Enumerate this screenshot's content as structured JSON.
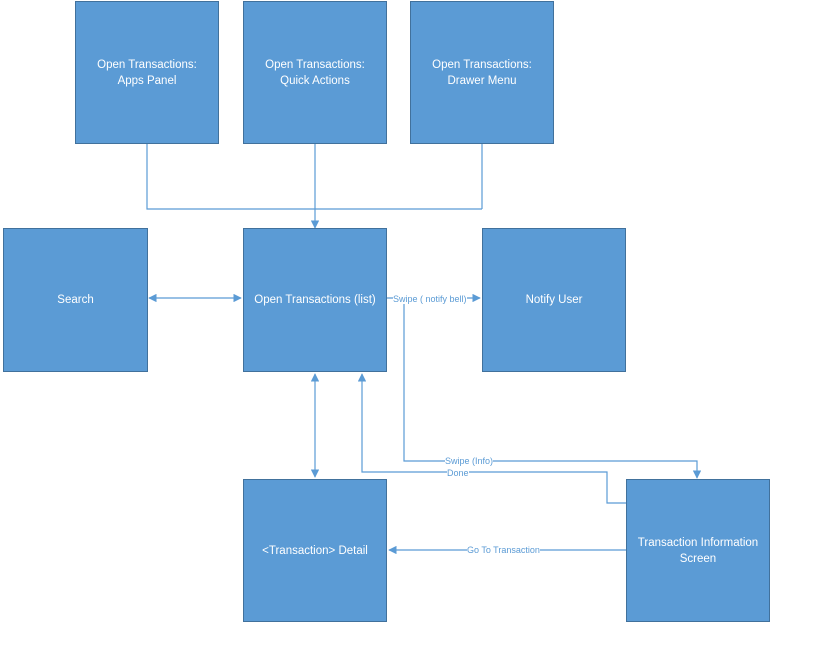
{
  "nodes": {
    "apps_panel": "Open Transactions:\nApps Panel",
    "quick_actions": "Open Transactions:\nQuick Actions",
    "drawer_menu": "Open Transactions:\nDrawer Menu",
    "search": "Search",
    "open_transactions_list": "Open Transactions (list)",
    "notify_user": "Notify User",
    "transaction_detail": "<Transaction> Detail",
    "transaction_information_screen": "Transaction Information\nScreen"
  },
  "edges": {
    "swipe_notify_bell": "Swipe ( notify bell)",
    "swipe_info": "Swipe (Info)",
    "done": "Done",
    "go_to_transaction": "Go To Transaction"
  },
  "colors": {
    "node_fill": "#5b9bd5",
    "node_border": "#41719c",
    "edge": "#5b9bd5",
    "text": "#ffffff"
  }
}
